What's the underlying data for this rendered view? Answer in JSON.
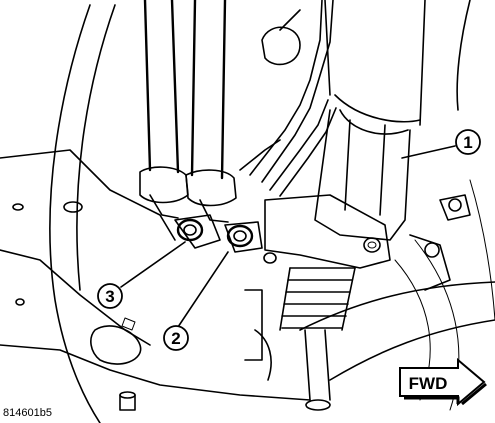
{
  "figure": {
    "figure_id": "814601b5",
    "direction_arrow_label": "FWD",
    "callouts": [
      {
        "number": "1"
      },
      {
        "number": "2"
      },
      {
        "number": "3"
      }
    ]
  }
}
